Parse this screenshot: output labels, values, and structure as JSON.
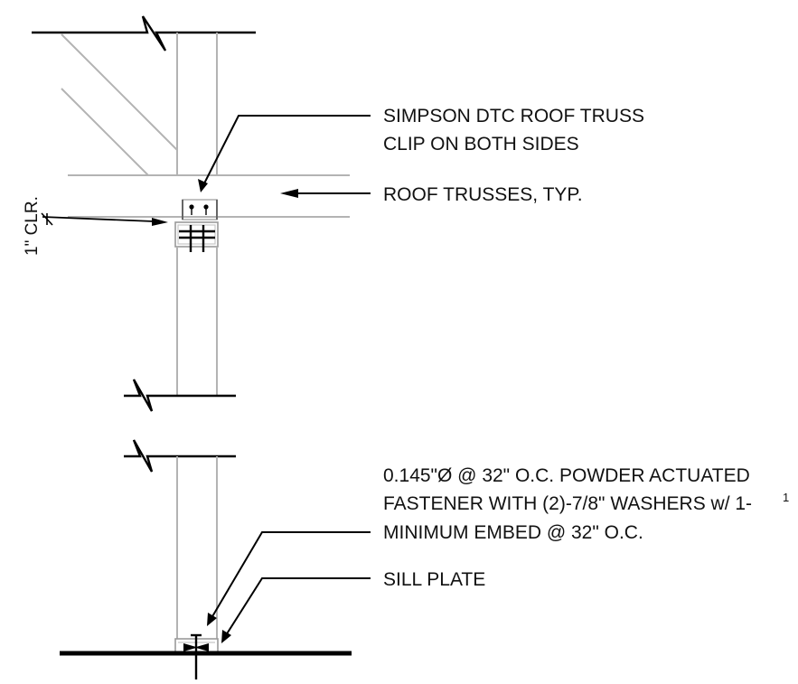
{
  "notes": {
    "truss_clip": [
      "SIMPSON DTC ROOF TRUSS",
      "CLIP ON BOTH SIDES"
    ],
    "roof_trusses": "ROOF TRUSSES, TYP.",
    "fastener": [
      "0.145\"Ø @ 32\" O.C. POWDER ACTUATED",
      "FASTENER WITH (2)-7/8\" WASHERS w/ 1-",
      "MINIMUM EMBED @ 32\" O.C."
    ],
    "fastener_fraction_numerator": "1",
    "sill_plate": "SILL PLATE"
  },
  "dimension": {
    "clearance": "1\" CLR."
  }
}
